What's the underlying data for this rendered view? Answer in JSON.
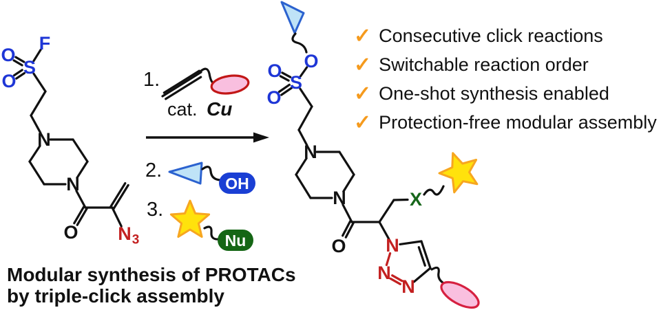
{
  "figure": {
    "caption_line1": "Modular synthesis of PROTACs",
    "caption_line2": "by triple-click assembly"
  },
  "checklist": {
    "check_glyph": "✓",
    "items": [
      {
        "label": "Consecutive click reactions"
      },
      {
        "label": "Switchable reaction order"
      },
      {
        "label": "One-shot synthesis enabled"
      },
      {
        "label": "Protection-free modular assembly"
      }
    ]
  },
  "steps": {
    "step1": "1.",
    "step2": "2.",
    "step3": "3.",
    "catalyst_prefix": "cat.",
    "catalyst_metal": "Cu"
  },
  "modules": {
    "oh_pill": "OH",
    "nu_pill": "Nu"
  },
  "atoms": {
    "oxygen": "O",
    "sulfur": "S",
    "fluorine": "F",
    "nitrogen": "N",
    "azide_n": "N",
    "azide_sub": "3",
    "linker_x": "X"
  },
  "colors": {
    "atom_blue": "#1e36d6",
    "atom_red": "#c32020",
    "atom_green": "#17661b",
    "bond_black": "#111111",
    "check_orange": "#f59a1d",
    "star_fill": "#ffe20c",
    "star_stroke": "#f7a620",
    "triangle_fill": "#bfe3f7",
    "triangle_stroke": "#2b62cf",
    "ellipse_fill": "#f9bfdf",
    "ellipse_stroke": "#c21717",
    "ellipse_stroke_product": "#d62040",
    "oh_fill": "#1a3fd4",
    "nu_fill": "#156615",
    "pill_text": "#ffffff"
  }
}
